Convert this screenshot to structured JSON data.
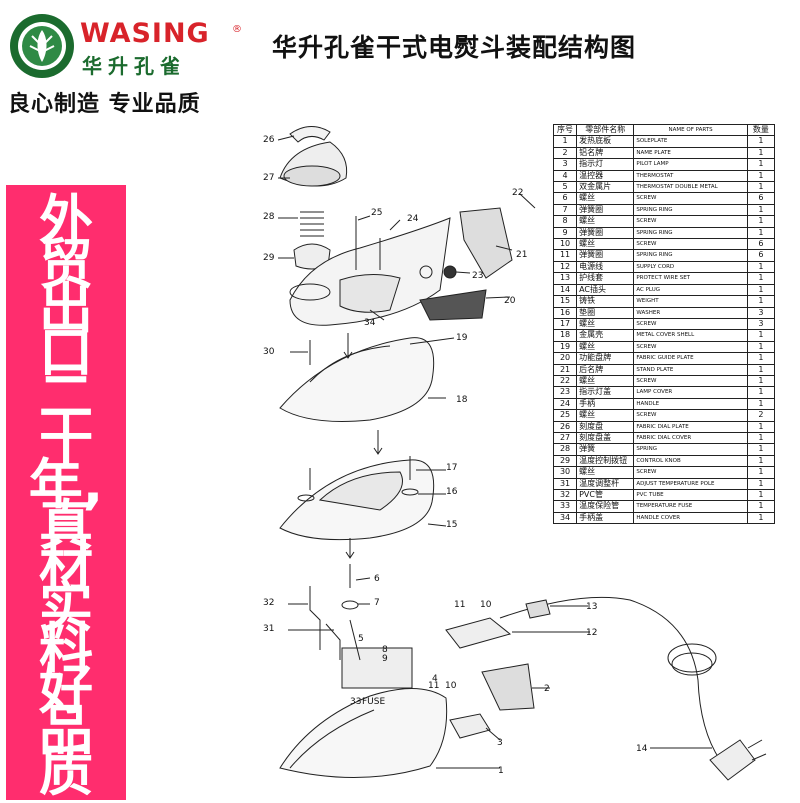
{
  "header": {
    "brand": "WASING",
    "brand_reg": "®",
    "brand_cn": "华升孔雀",
    "slogan": "良心制造 专业品质",
    "title": "华升孔雀干式电熨斗装配结构图"
  },
  "side_banner": {
    "lines": [
      "外",
      "贸",
      "出",
      "口",
      "二",
      "十",
      "年,",
      "真",
      "材",
      "实",
      "料",
      "好",
      "品",
      "质"
    ],
    "color": "#ff2d6e"
  },
  "colors": {
    "brand_red": "#d8232a",
    "brand_green": "#1b6b2e",
    "banner_pink": "#ff2d6e"
  },
  "parts_table": {
    "headers": [
      "序号",
      "零部件名称",
      "NAME OF PARTS",
      "数量"
    ],
    "rows": [
      [
        "1",
        "发热底板",
        "SOLEPLATE",
        "1"
      ],
      [
        "2",
        "铝名牌",
        "NAME PLATE",
        "1"
      ],
      [
        "3",
        "指示灯",
        "PILOT LAMP",
        "1"
      ],
      [
        "4",
        "温控器",
        "THERMOSTAT",
        "1"
      ],
      [
        "5",
        "双金属片",
        "THERMOSTAT DOUBLE METAL",
        "1"
      ],
      [
        "6",
        "螺丝",
        "SCREW",
        "6"
      ],
      [
        "7",
        "弹簧圈",
        "SPRING RING",
        "1"
      ],
      [
        "8",
        "螺丝",
        "SCREW",
        "1"
      ],
      [
        "9",
        "弹簧圈",
        "SPRING RING",
        "1"
      ],
      [
        "10",
        "螺丝",
        "SCREW",
        "6"
      ],
      [
        "11",
        "弹簧圈",
        "SPRING RING",
        "6"
      ],
      [
        "12",
        "电源线",
        "SUPPLY CORD",
        "1"
      ],
      [
        "13",
        "护线套",
        "PROTECT WIRE SET",
        "1"
      ],
      [
        "14",
        "AC插头",
        "AC PLUG",
        "1"
      ],
      [
        "15",
        "铸铁",
        "WEIGHT",
        "1"
      ],
      [
        "16",
        "垫圈",
        "WASHER",
        "3"
      ],
      [
        "17",
        "螺丝",
        "SCREW",
        "3"
      ],
      [
        "18",
        "金属壳",
        "METAL COVER SHELL",
        "1"
      ],
      [
        "19",
        "螺丝",
        "SCREW",
        "1"
      ],
      [
        "20",
        "功能盘牌",
        "FABRIC GUIDE PLATE",
        "1"
      ],
      [
        "21",
        "后名牌",
        "STAND PLATE",
        "1"
      ],
      [
        "22",
        "螺丝",
        "SCREW",
        "1"
      ],
      [
        "23",
        "指示灯盖",
        "LAMP COVER",
        "1"
      ],
      [
        "24",
        "手柄",
        "HANDLE",
        "1"
      ],
      [
        "25",
        "螺丝",
        "SCREW",
        "2"
      ],
      [
        "26",
        "刻度盘",
        "FABRIC DIAL PLATE",
        "1"
      ],
      [
        "27",
        "刻度盘盖",
        "FABRIC DIAL COVER",
        "1"
      ],
      [
        "28",
        "弹簧",
        "SPRING",
        "1"
      ],
      [
        "29",
        "温度控制拨钮",
        "CONTROL KNOB",
        "1"
      ],
      [
        "30",
        "螺丝",
        "SCREW",
        "1"
      ],
      [
        "31",
        "温度调整杆",
        "ADJUST TEMPERATURE POLE",
        "1"
      ],
      [
        "32",
        "PVC管",
        "PVC TUBE",
        "1"
      ],
      [
        "33",
        "温度保险管",
        "TEMPERATURE FUSE",
        "1"
      ],
      [
        "34",
        "手柄盖",
        "HANDLE COVER",
        "1"
      ]
    ]
  },
  "callouts": [
    "26",
    "27",
    "28",
    "29",
    "25",
    "24",
    "22",
    "21",
    "23",
    "20",
    "34",
    "30",
    "19",
    "18",
    "17",
    "16",
    "15",
    "6",
    "7",
    "32",
    "31",
    "11",
    "10",
    "13",
    "12",
    "5",
    "8",
    "9",
    "4",
    "2",
    "11",
    "10",
    "33",
    "FUSE",
    "3",
    "14",
    "1"
  ]
}
